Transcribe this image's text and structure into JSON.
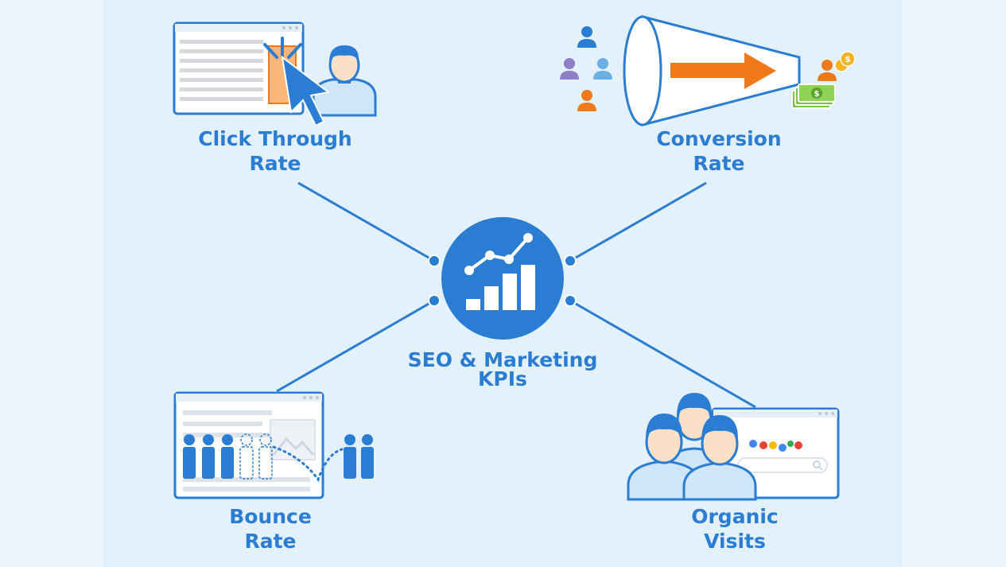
{
  "nodes": {
    "center": {
      "line1": "SEO & Marketing",
      "line2": "KPIs",
      "icon": "growth-chart-icon"
    },
    "ctr": {
      "line1": "Click Through",
      "line2": "Rate",
      "icon": "click-through-icon"
    },
    "conversion": {
      "line1": "Conversion",
      "line2": "Rate",
      "icon": "funnel-icon"
    },
    "bounce": {
      "line1": "Bounce",
      "line2": "Rate",
      "icon": "bounce-icon"
    },
    "organic": {
      "line1": "Organic",
      "line2": "Visits",
      "icon": "search-visitors-icon"
    }
  },
  "colors": {
    "primary": "#2a7dd2",
    "dark": "#1e5f9e",
    "light": "#cfe6fa",
    "orange": "#f07a1a",
    "money": "#7cc243",
    "coin": "#f6b324"
  }
}
